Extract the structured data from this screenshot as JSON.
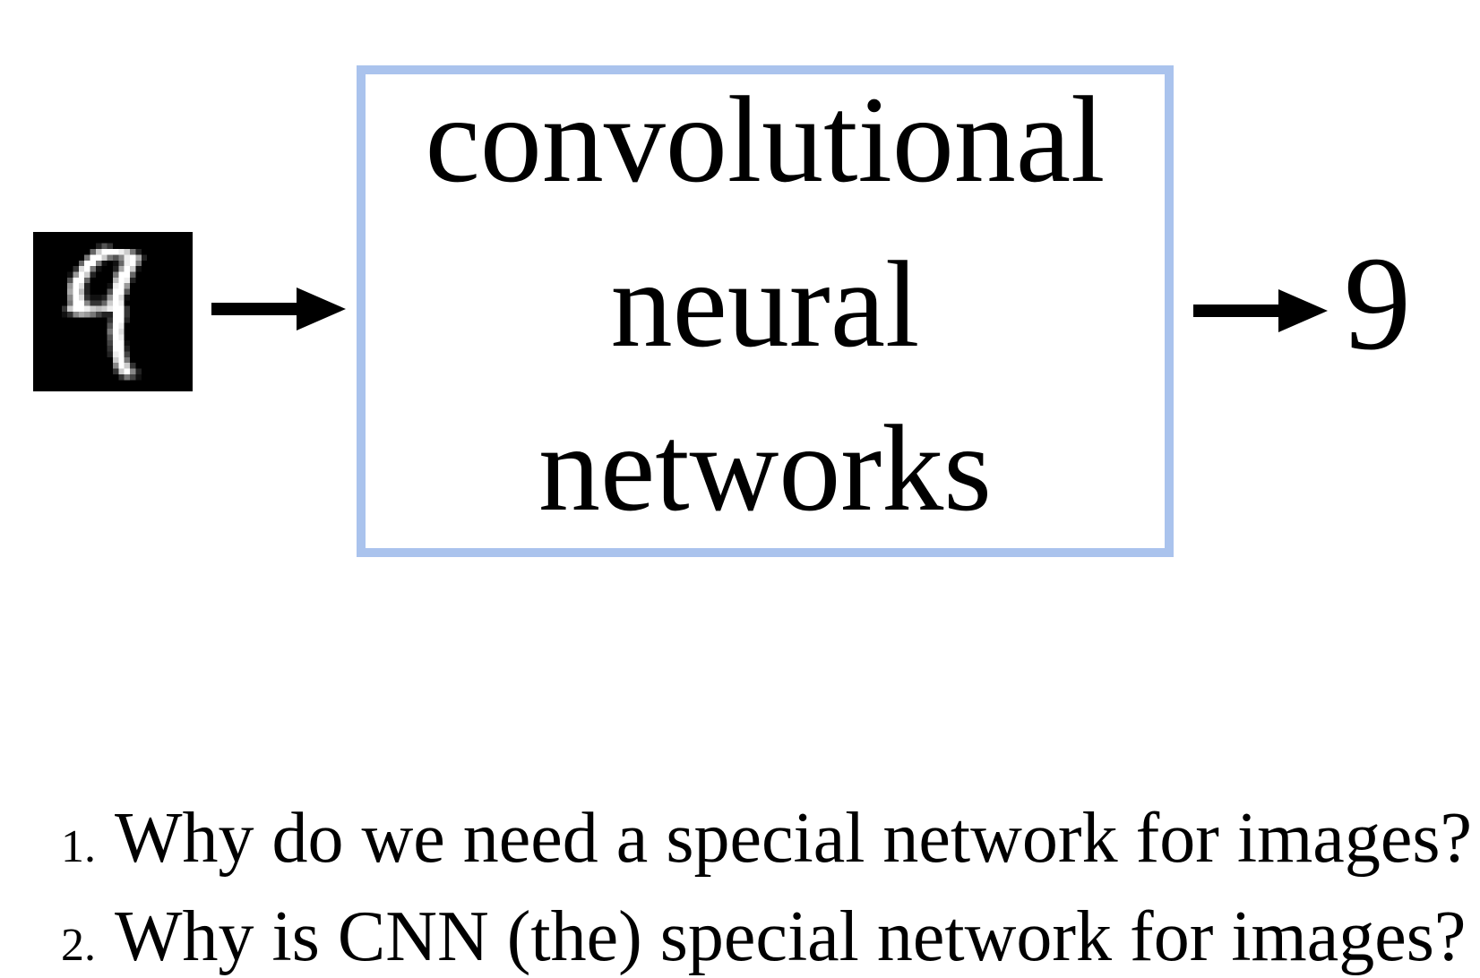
{
  "diagram": {
    "input_image": {
      "alt": "handwritten digit 9 pixel image",
      "background": "#000000",
      "foreground": "#ffffff",
      "grid": [
        "0000000000000000000000000000",
        "0000000000000000000000000000",
        "0000000000025300000000000000",
        "00000000006cfffec72000000000",
        "0000000007ffc758efa200000000",
        "000000006ff71016ef7000000000",
        "00000003df71002afc1000000000",
        "00000019fc20007ff60000000000",
        "0000005ff60000bfe20000000000",
        "0000009fd20001ef900000000000",
        "000000afb20005ff500000000000",
        "0000008fd31129fd100000000000",
        "0000007ff8336cfe000000000000",
        "000003cffecbceff300000000000",
        "00000138a97422ff300000000000",
        "00000000000003ff200000000000",
        "00000000000005fe000000000000",
        "00000000000007fd000000000000",
        "00000000000005fe000000000000",
        "00000000000004ff100000000000",
        "00000000000003ff200000000000",
        "00000000000002ef400000000000",
        "00000000000000cf700000000000",
        "000000000000008fc30000000000",
        "000000000000003cf82000000000",
        "0000000000000003741000000000",
        "0000000000000000000000000000",
        "0000000000000000000000000000"
      ]
    },
    "arrow_color": "#000000",
    "box": {
      "border_color": "#aac3ed",
      "lines": [
        "convolutional",
        "neural",
        "networks"
      ]
    },
    "output_digit": "9"
  },
  "questions": [
    {
      "number": "1.",
      "text": "Why do we need a special network for images?"
    },
    {
      "number": "2.",
      "text": "Why is CNN (the) special network for images?"
    }
  ]
}
